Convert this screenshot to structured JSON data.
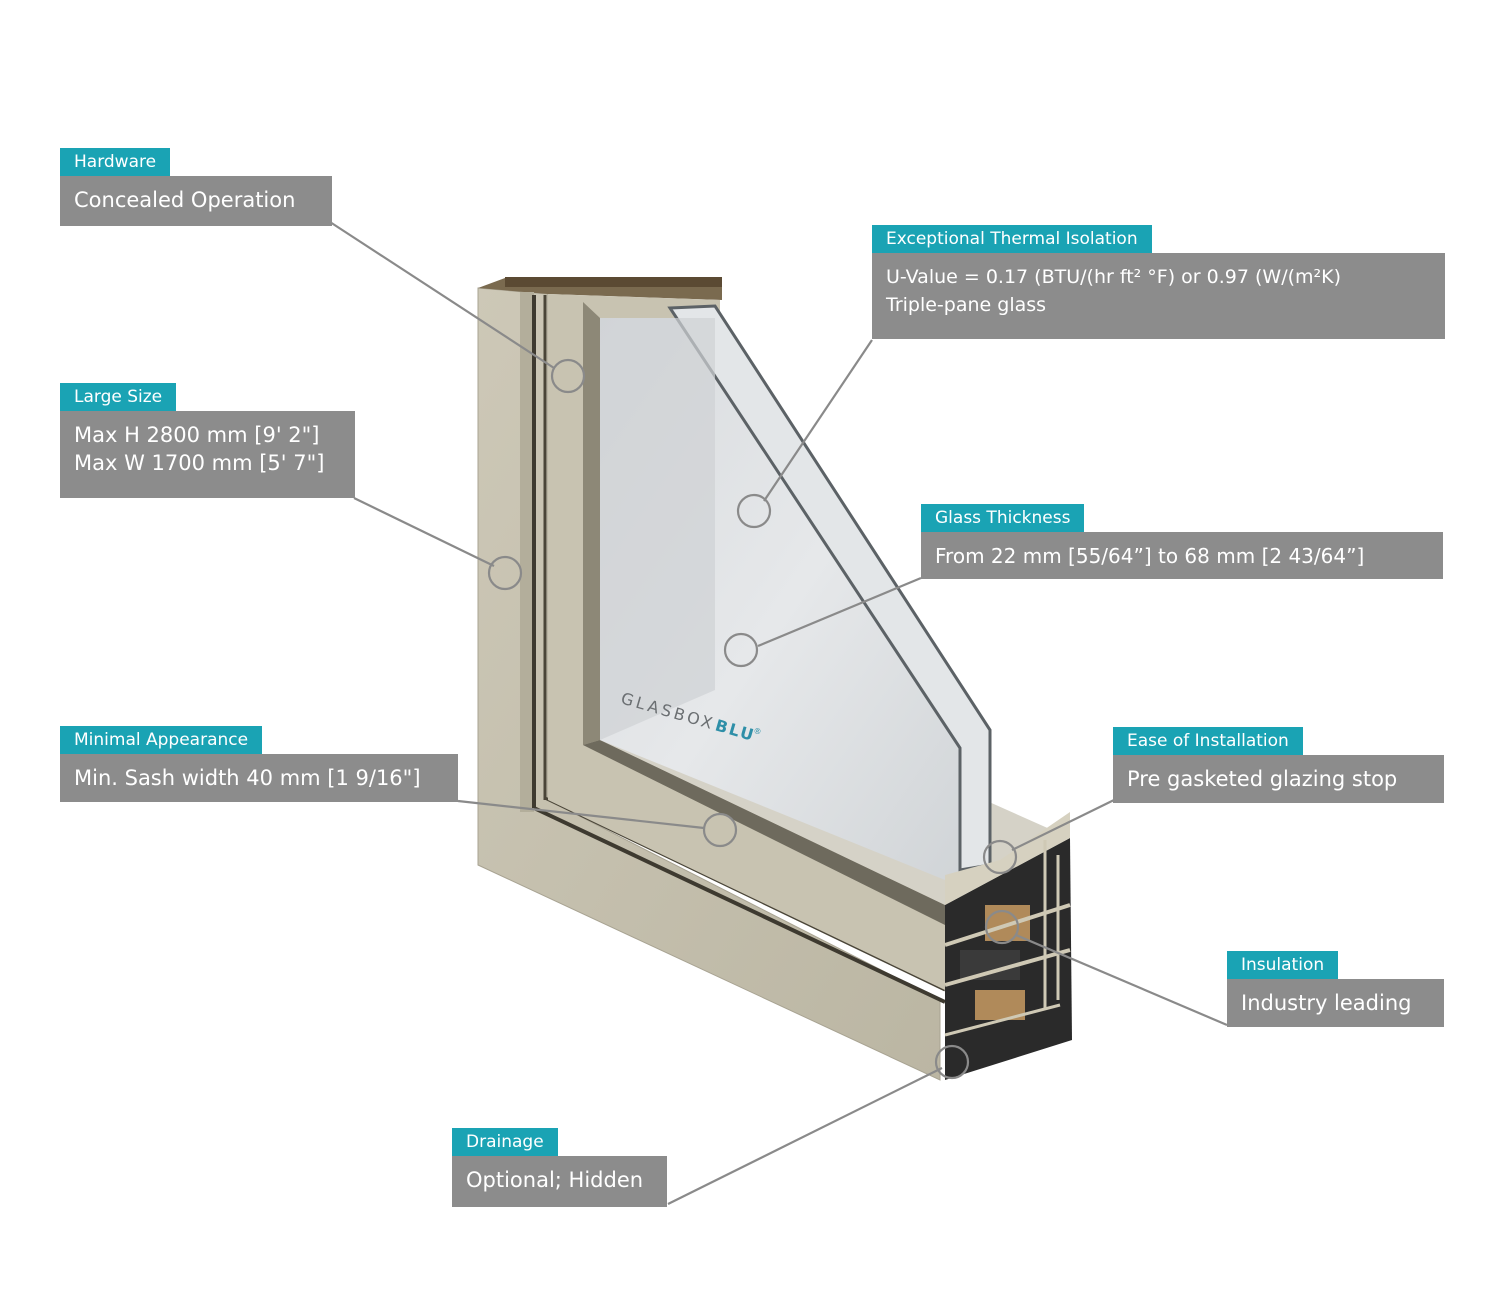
{
  "brand": {
    "word1": "GLASBOX",
    "word2": "BLU",
    "mark": "®"
  },
  "callouts": {
    "hardware": {
      "tag": "Hardware",
      "lines": [
        "Concealed Operation"
      ]
    },
    "large_size": {
      "tag": "Large Size",
      "lines": [
        "Max H 2800 mm [9' 2\"]",
        "Max W 1700 mm [5' 7\"]"
      ]
    },
    "minimal": {
      "tag": "Minimal Appearance",
      "lines": [
        "Min. Sash width 40 mm [1 9/16\"]"
      ]
    },
    "drainage": {
      "tag": "Drainage",
      "lines": [
        "Optional; Hidden"
      ]
    },
    "thermal": {
      "tag": "Exceptional Thermal Isolation",
      "lines": [
        "U-Value = 0.17 (BTU/(hr ft² °F) or 0.97 (W/(m²K)",
        "Triple-pane glass"
      ]
    },
    "glass": {
      "tag": "Glass Thickness",
      "lines": [
        "From 22 mm [55/64”] to 68 mm [2  43/64”]"
      ]
    },
    "install": {
      "tag": "Ease of Installation",
      "lines": [
        "Pre gasketed glazing stop"
      ]
    },
    "insulation": {
      "tag": "Insulation",
      "lines": [
        "Industry leading"
      ]
    }
  },
  "colors": {
    "tag_bg": "#1aa3b4",
    "box_bg": "#8c8c8c",
    "frame": "#c4bfad",
    "connector": "#8a8a8a"
  }
}
